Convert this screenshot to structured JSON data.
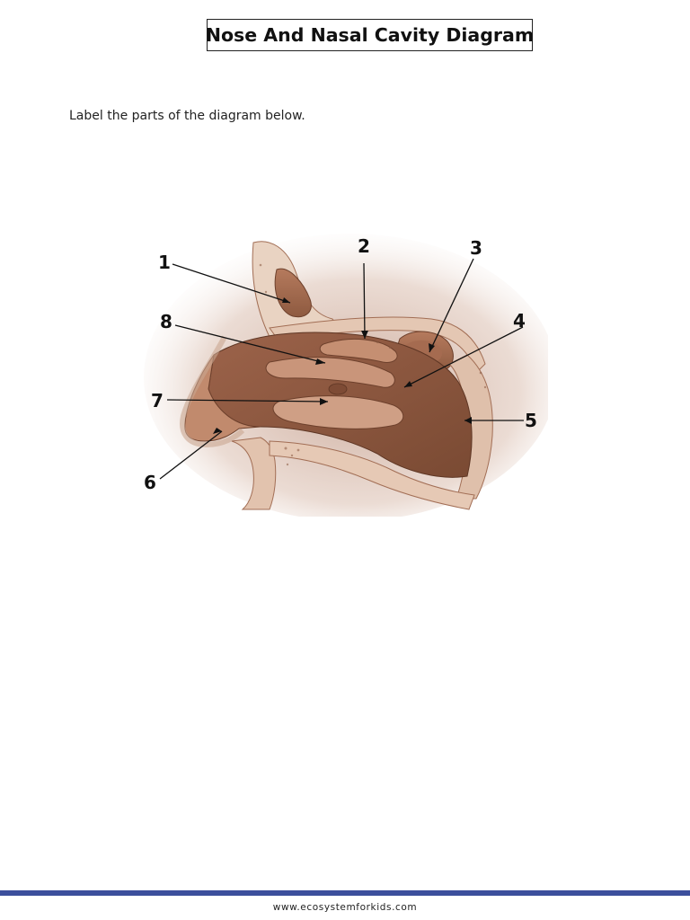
{
  "title": "Nose And Nasal Cavity Diagram",
  "instruction": "Label the parts of the diagram below.",
  "diagram": {
    "callouts": [
      "1",
      "2",
      "3",
      "4",
      "5",
      "6",
      "7",
      "8"
    ]
  },
  "footer": {
    "url": "www.ecosystemforkids.com",
    "bar_color": "#3c4f9c"
  }
}
